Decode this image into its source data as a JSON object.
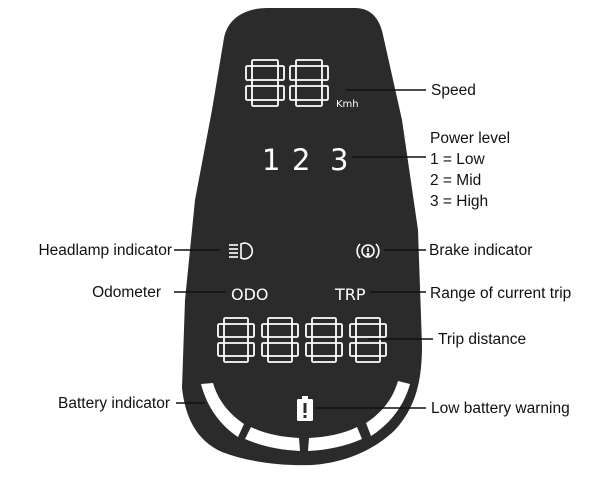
{
  "display": {
    "speed_unit": "Kmh",
    "power_levels": [
      "1",
      "2",
      "3"
    ],
    "odo_label": "ODO",
    "trp_label": "TRP"
  },
  "callouts": {
    "speed": "Speed",
    "power_level_title": "Power level",
    "power_level_items": [
      "1 = Low",
      "2 = Mid",
      "3 = High"
    ],
    "headlamp": "Headlamp indicator",
    "brake": "Brake indicator",
    "odometer": "Odometer",
    "range": "Range of current trip",
    "trip_distance": "Trip distance",
    "battery": "Battery indicator",
    "low_battery": "Low battery warning"
  },
  "icons": {
    "headlamp": "headlamp-icon",
    "brake": "brake-warning-icon",
    "battery_warning": "battery-warning-icon"
  },
  "colors": {
    "display_body": "#2b2b2b",
    "segments": "#ffffff",
    "leader_lines": "#111111"
  }
}
